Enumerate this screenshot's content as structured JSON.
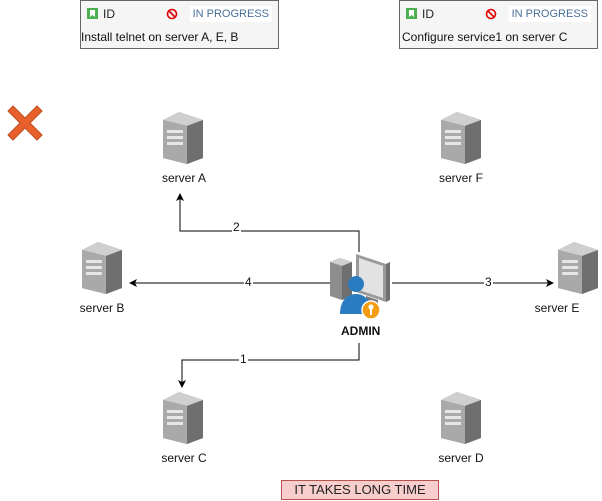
{
  "cards": [
    {
      "id_label": "ID",
      "status": "IN PROGRESS",
      "description": "Install telnet on server A, E, B"
    },
    {
      "id_label": "ID",
      "status": "IN PROGRESS",
      "description": "Configure service1 on server C"
    }
  ],
  "servers": {
    "a": "server A",
    "b": "server B",
    "c": "server C",
    "d": "server D",
    "e": "server E",
    "f": "server F"
  },
  "admin_label": "ADMIN",
  "edges": {
    "to_a": "2",
    "to_b": "4",
    "to_c": "1",
    "to_e": "3"
  },
  "note": "IT TAKES LONG TIME",
  "colors": {
    "cross": "#e8602c",
    "note_fill": "#f8cecc",
    "note_border": "#b85450",
    "status_text": "#4a6f97",
    "admin_user": "#2a7bbf",
    "admin_key": "#f39c12"
  },
  "icons": [
    "bookmark-icon",
    "priority-blocked-icon",
    "server-icon",
    "admin-workstation-icon",
    "cross-icon"
  ]
}
